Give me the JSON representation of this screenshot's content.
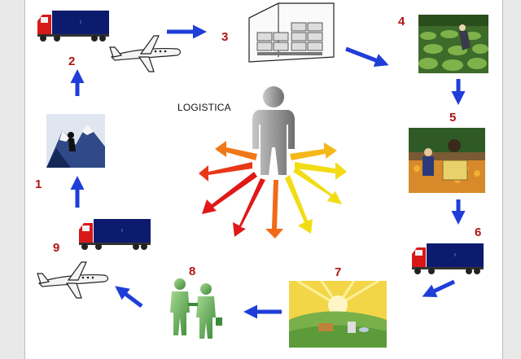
{
  "diagram": {
    "title": "LOGISTICA",
    "steps": [
      {
        "label": "1",
        "icon": "mountain-climber-icon"
      },
      {
        "label": "2",
        "icon": "truck-icon"
      },
      {
        "label": "3",
        "icon": "warehouse-icon"
      },
      {
        "label": "4",
        "icon": "farm-field-icon"
      },
      {
        "label": "5",
        "icon": "harvest-crates-icon"
      },
      {
        "label": "6",
        "icon": "truck-icon"
      },
      {
        "label": "7",
        "icon": "sunrise-landscape-icon"
      },
      {
        "label": "8",
        "icon": "business-people-icon"
      },
      {
        "label": "9",
        "icon": "airplane-icon"
      }
    ],
    "colors": {
      "arrow": "#1f3ed8",
      "number": "#b01414",
      "truck_cab": "#d81818",
      "truck_trailer": "#0d1b6e",
      "center_figure": "#9a9a9a",
      "radial_red": "#e01818",
      "radial_orange": "#f07818",
      "radial_yellow": "#f2dc14"
    }
  }
}
